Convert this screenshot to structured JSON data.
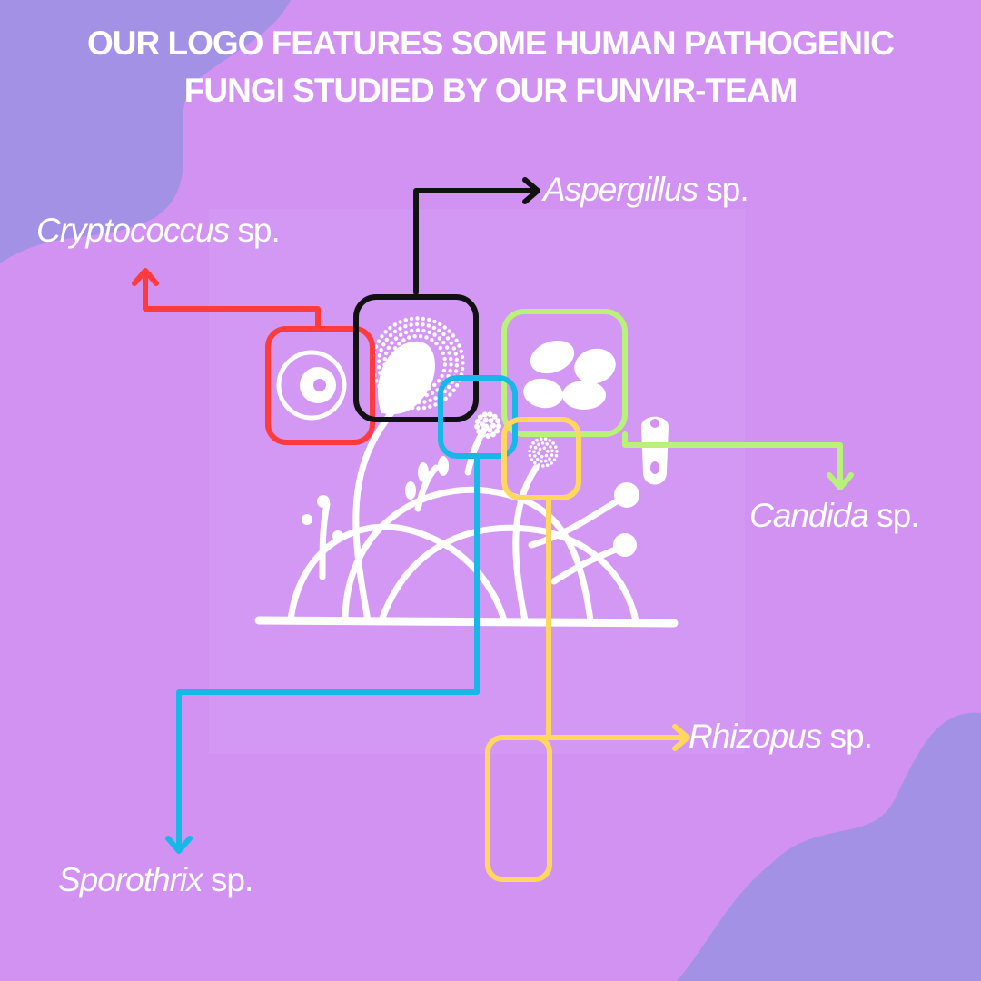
{
  "header": {
    "title": "OUR LOGO FEATURES SOME HUMAN PATHOGENIC\nFUNGI STUDIED BY OUR  FUNVIR-TEAM"
  },
  "labels": {
    "aspergillus": {
      "genus": "Aspergillus",
      "suffix": " sp."
    },
    "cryptococcus": {
      "genus": "Cryptococcus",
      "suffix": " sp."
    },
    "candida": {
      "genus": "Candida",
      "suffix": " sp."
    },
    "rhizopus": {
      "genus": "Rhizopus",
      "suffix": " sp."
    },
    "sporothrix": {
      "genus": "Sporothrix",
      "suffix": " sp."
    }
  },
  "colors": {
    "background": "#d192f2",
    "blob": "#a391e6",
    "logo_panel": "#d69af6",
    "logo_ink": "#ffffff",
    "cryptococcus": "#ff3b3b",
    "aspergillus": "#111111",
    "candida": "#b8f27a",
    "rhizopus": "#ffd75e",
    "sporothrix": "#17b8e8"
  }
}
